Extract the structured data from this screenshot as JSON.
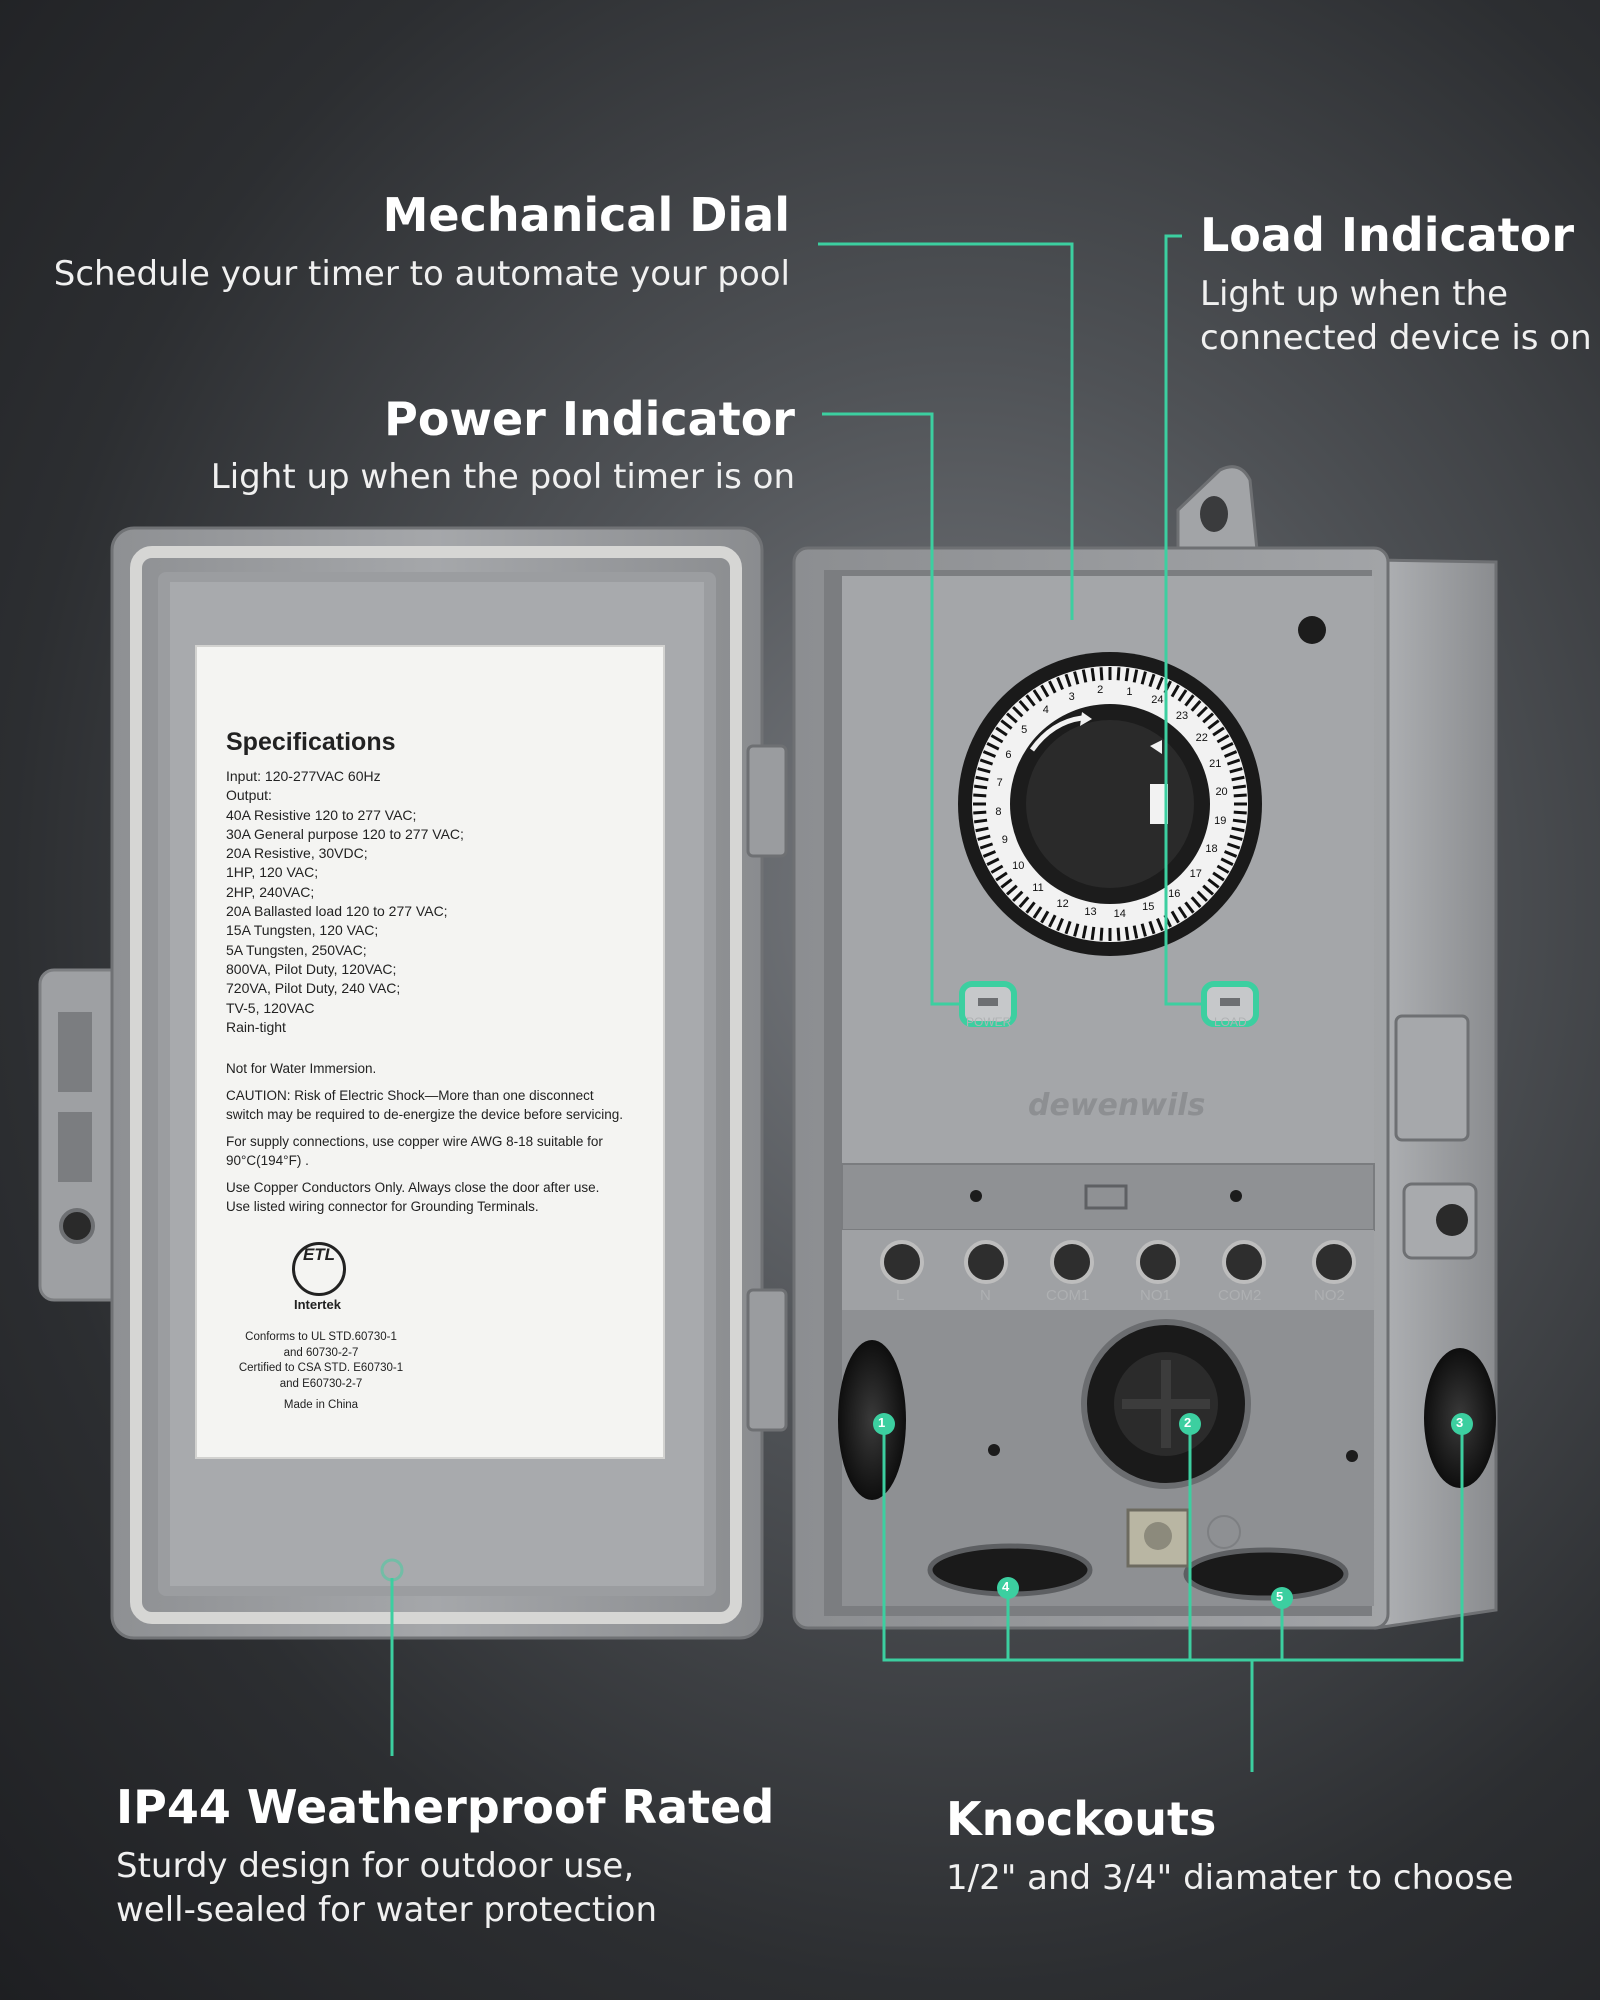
{
  "callouts": {
    "mechanical_dial": {
      "title": "Mechanical Dial",
      "subtitle": "Schedule your timer to automate your pool"
    },
    "load_indicator": {
      "title": "Load Indicator",
      "subtitle_lines": [
        "Light up when the",
        "connected device is on"
      ]
    },
    "power_indicator": {
      "title": "Power Indicator",
      "subtitle": "Light up when the pool timer is on"
    },
    "weatherproof": {
      "title": "IP44 Weatherproof Rated",
      "subtitle_lines": [
        "Sturdy design for outdoor use,",
        "well-sealed for water protection"
      ]
    },
    "knockouts": {
      "title": "Knockouts",
      "subtitle": "1/2\" and 3/4\" diamater to choose"
    }
  },
  "spec_sheet": {
    "heading": "Specifications",
    "lines": [
      "Input: 120-277VAC 60Hz",
      "Output:",
      "40A Resistive 120 to 277 VAC;",
      "30A General purpose 120 to 277 VAC;",
      "20A Resistive, 30VDC;",
      "1HP, 120 VAC;",
      "2HP, 240VAC;",
      "20A Ballasted load 120 to 277 VAC;",
      "15A Tungsten, 120 VAC;",
      "5A Tungsten, 250VAC;",
      "800VA, Pilot Duty, 120VAC;",
      "720VA, Pilot Duty, 240 VAC;",
      "TV-5, 120VAC",
      "Rain-tight"
    ],
    "notes": [
      [
        "Not for Water Immersion."
      ],
      [
        "CAUTION: Risk of Electric Shock—More than one disconnect",
        "switch may be required to de-energize the device before servicing."
      ],
      [
        "For supply connections, use copper wire AWG 8-18 suitable for",
        "90°C(194°F) ."
      ],
      [
        "Use Copper Conductors Only. Always close the door after use.",
        "Use listed wiring connector for Grounding Terminals."
      ]
    ],
    "cert_mark": "ETL",
    "cert_lab": "Intertek",
    "conformity": [
      "Conforms to UL STD.60730-1",
      "and 60730-2-7",
      "Certified to CSA STD. E60730-1",
      "and E60730-2-7",
      "Made in China"
    ]
  },
  "device": {
    "brand": "dewenwils",
    "led_power_label": "POWER",
    "led_load_label": "LOAD",
    "terminals": [
      "L",
      "N",
      "COM1",
      "NO1",
      "COM2",
      "NO2"
    ],
    "dial_numbers": [
      "1",
      "2",
      "3",
      "4",
      "5",
      "6",
      "7",
      "8",
      "9",
      "10",
      "11",
      "12",
      "13",
      "14",
      "15",
      "16",
      "17",
      "18",
      "19",
      "20",
      "21",
      "22",
      "23",
      "24"
    ],
    "knockout_numbers": [
      "1",
      "2",
      "3",
      "4",
      "5"
    ]
  },
  "colors": {
    "accent_line": "#3ccfa0",
    "housing": "#9a9c9f",
    "panel": "#a6a8ab",
    "dial": "#1a1a1a"
  }
}
